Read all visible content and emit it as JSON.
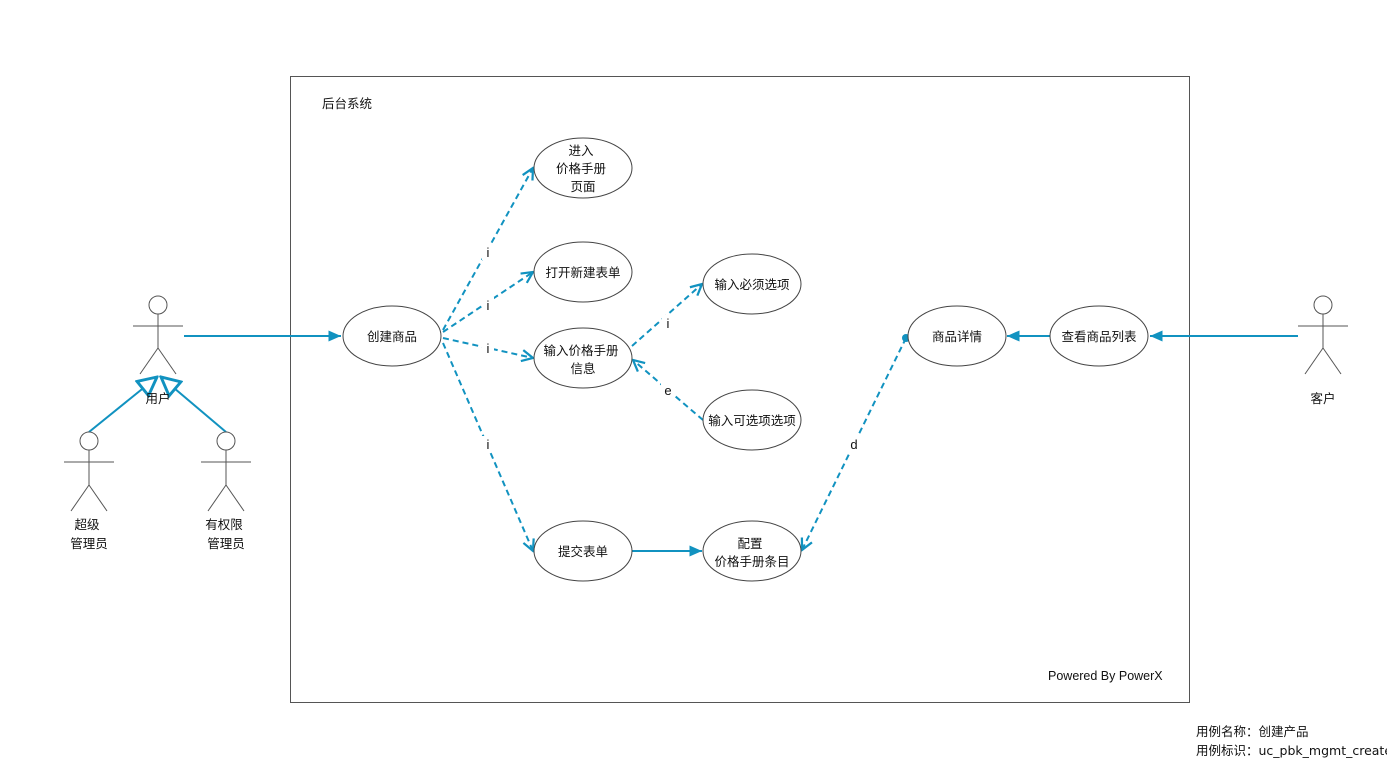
{
  "system": {
    "title": "后台系统",
    "powered_by": "Powered By PowerX"
  },
  "actors": {
    "user": "用户",
    "super_admin": [
      "超级",
      "管理员"
    ],
    "limited_admin": [
      "有权限",
      "管理员"
    ],
    "customer": "客户"
  },
  "usecases": {
    "create_product": [
      "创建商品"
    ],
    "enter_pricebook": [
      "进入",
      "价格手册",
      "页面"
    ],
    "open_new_form": [
      "打开新建表单"
    ],
    "input_pricebook_info": [
      "输入价格手册",
      "信息"
    ],
    "input_required": [
      "输入必须选项"
    ],
    "input_optional": [
      "输入可选项选项"
    ],
    "submit_form": [
      "提交表单"
    ],
    "config_entry": [
      "配置",
      "价格手册条目"
    ],
    "product_detail": [
      "商品详情"
    ],
    "view_product_list": [
      "查看商品列表"
    ]
  },
  "edge_labels": {
    "include": "i",
    "extend": "e",
    "dependency": "d"
  },
  "footer": {
    "name_label": "用例名称：创建产品",
    "id_label": "用例标识：uc_pbk_mgmt_create"
  },
  "colors": {
    "edge": "#1192c0",
    "stroke": "#444444"
  }
}
